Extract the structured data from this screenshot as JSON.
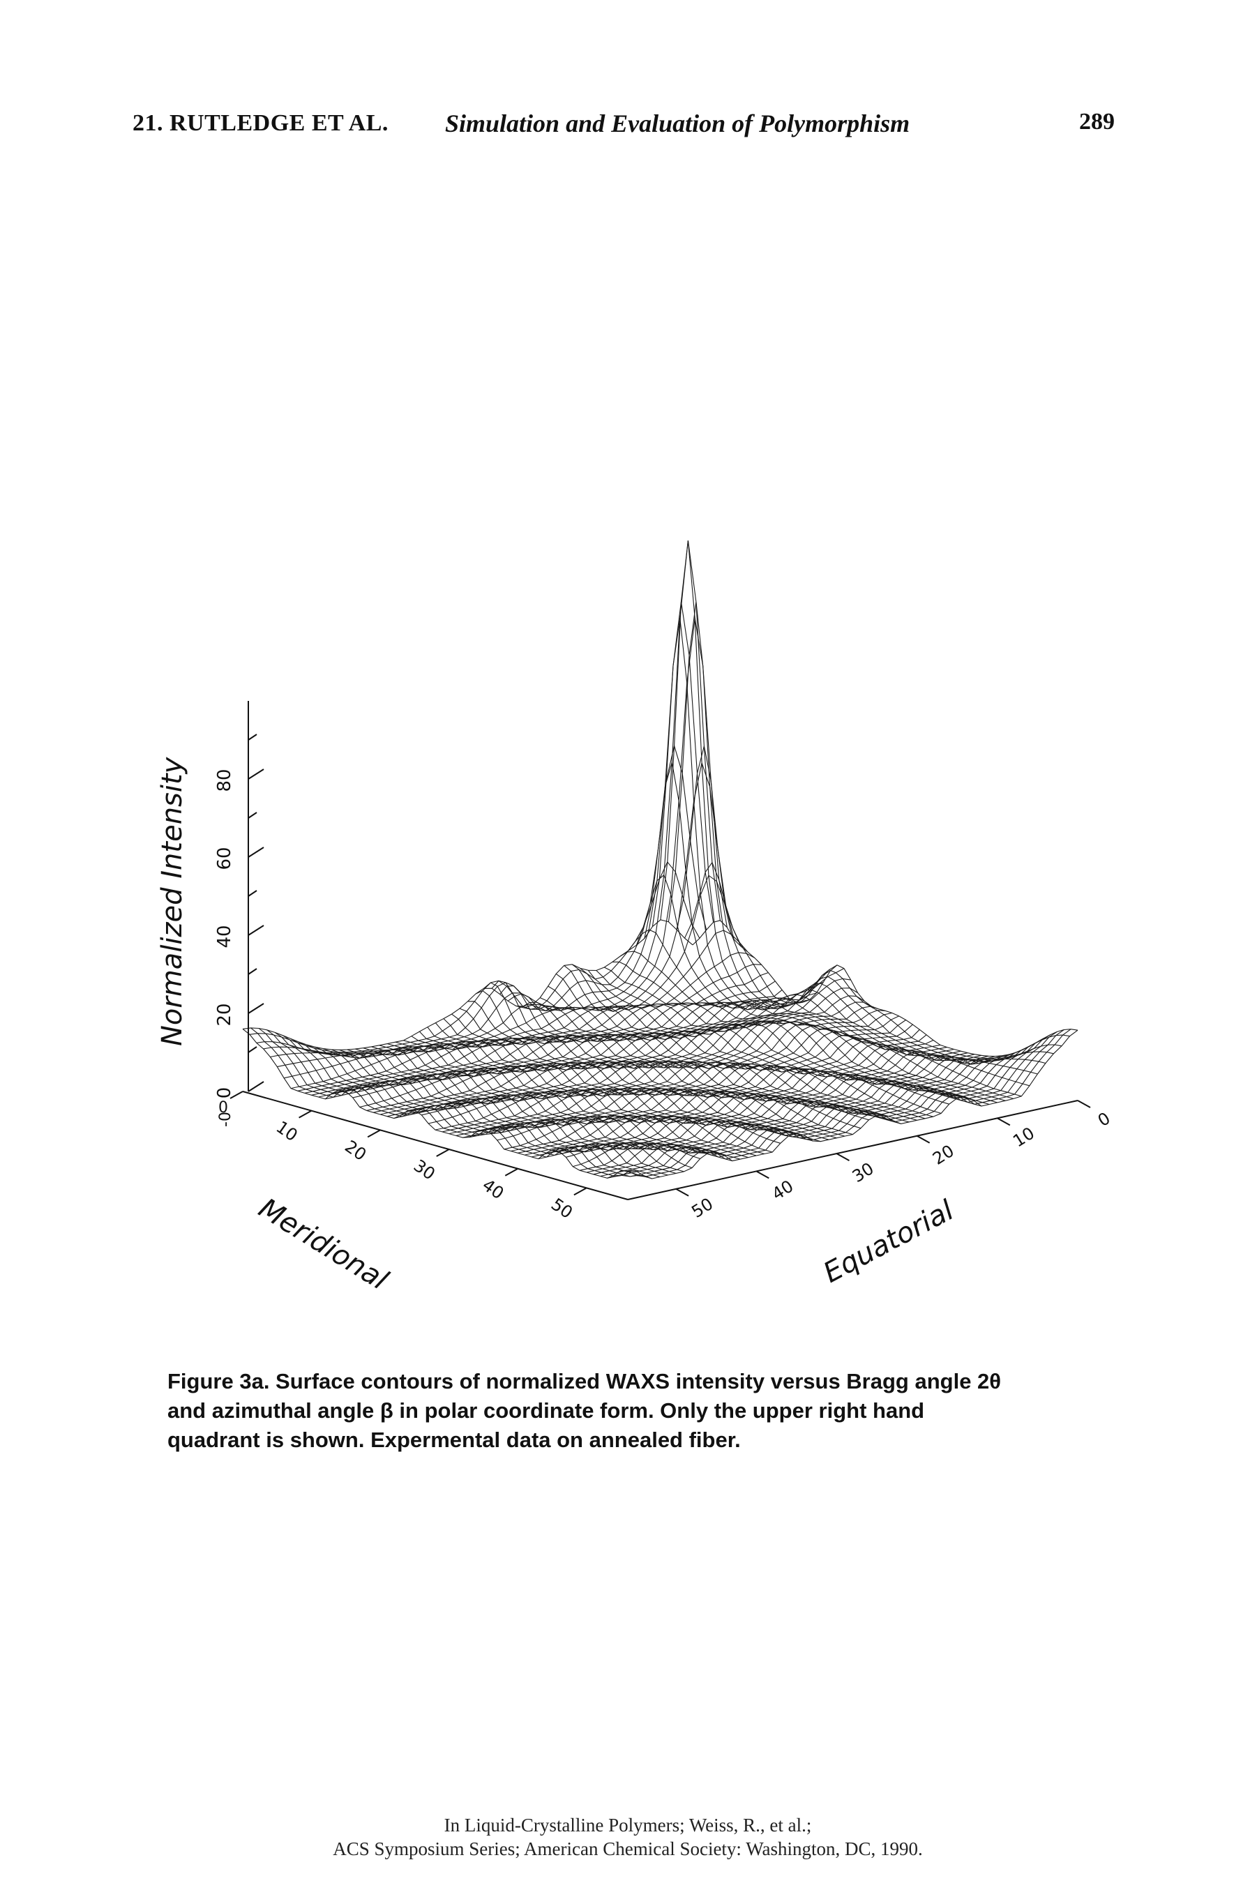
{
  "header": {
    "chapter": "21. RUTLEDGE ET AL.",
    "title": "Simulation and Evaluation of Polymorphism",
    "page_number": "289"
  },
  "figure": {
    "z_axis_label": "Normalized Intensity",
    "z_ticks": [
      "0",
      "20",
      "40",
      "60",
      "80"
    ],
    "z_minor_tick": "-0",
    "meridional_label": "Meridional",
    "meridional_ticks": [
      "10",
      "20",
      "30",
      "40",
      "50"
    ],
    "equatorial_label": "Equatorial",
    "equatorial_ticks": [
      "0",
      "10",
      "20",
      "30",
      "40",
      "50"
    ],
    "origin_tick": "0"
  },
  "caption": {
    "lines": [
      "Figure 3a. Surface contours of normalized WAXS intensity versus Bragg angle 2θ",
      "and azimuthal angle β in polar coordinate form. Only the upper right hand",
      "quadrant is shown. Expermental data on annealed fiber."
    ]
  },
  "citation": {
    "lines": [
      "In Liquid-Crystalline Polymers; Weiss, R., et al.;",
      "ACS Symposium Series; American Chemical Society: Washington, DC, 1990."
    ]
  }
}
